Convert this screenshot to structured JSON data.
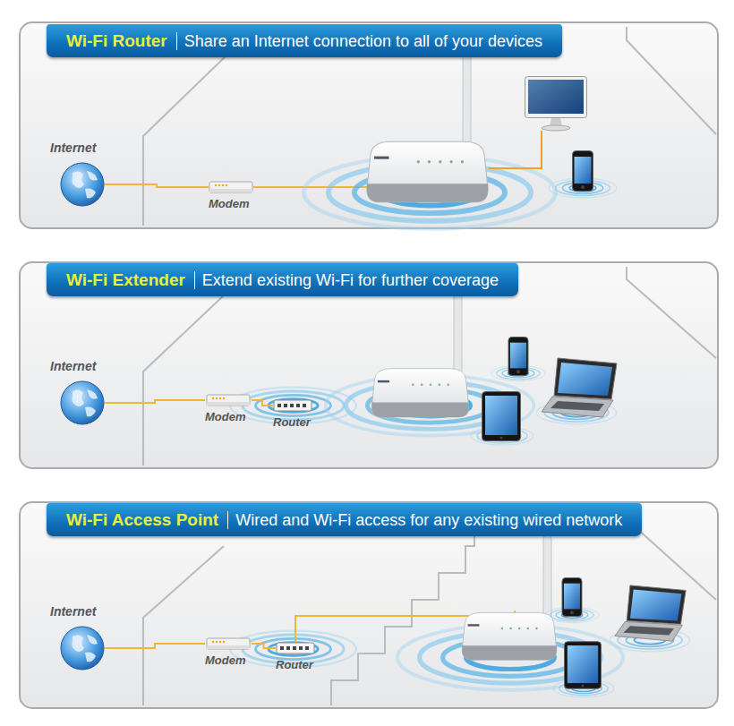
{
  "diagram": {
    "nodes": [
      {
        "text": [
          "Wi-Fi Router",
          "Share an Internet connection to all of your devices"
        ]
      },
      {
        "text": [
          "Internet"
        ]
      },
      {
        "text": [
          "Modem"
        ]
      },
      {
        "text": [
          "Wi-Fi Extender",
          "Extend existing Wi-Fi for further coverage"
        ]
      },
      {
        "text": [
          "Internet"
        ]
      },
      {
        "text": [
          "Modem"
        ]
      },
      {
        "text": [
          "Router"
        ]
      },
      {
        "text": [
          "Wi-Fi Access Point",
          "Wired and Wi-Fi access for any existing wired network"
        ]
      },
      {
        "text": [
          "Internet"
        ]
      },
      {
        "text": [
          "Modem"
        ]
      },
      {
        "text": [
          "Router"
        ]
      }
    ],
    "edges": [
      {
        "from": 1,
        "to": 2,
        "arrow": "none"
      },
      {
        "from": 4,
        "to": 5,
        "arrow": "none"
      },
      {
        "from": 5,
        "to": 6,
        "arrow": "none"
      },
      {
        "from": 8,
        "to": 9,
        "arrow": "none"
      },
      {
        "from": 9,
        "to": 10,
        "arrow": "none"
      }
    ]
  }
}
